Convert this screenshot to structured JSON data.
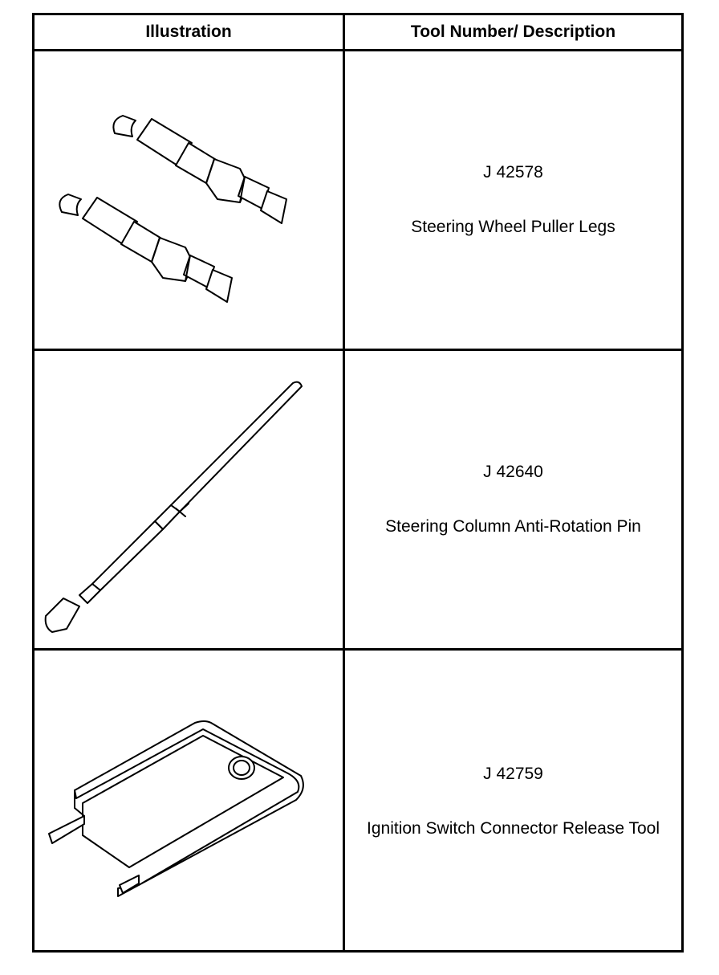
{
  "table": {
    "headers": {
      "illustration": "Illustration",
      "tool": "Tool Number/ Description"
    },
    "rows": [
      {
        "tool_number": "J 42578",
        "description": "Steering Wheel Puller Legs",
        "icon": "puller-legs-illustration"
      },
      {
        "tool_number": "J 42640",
        "description": "Steering Column Anti-Rotation Pin",
        "icon": "anti-rotation-pin-illustration"
      },
      {
        "tool_number": "J 42759",
        "description": "Ignition Switch Connector Release Tool",
        "icon": "release-tool-illustration"
      }
    ]
  }
}
